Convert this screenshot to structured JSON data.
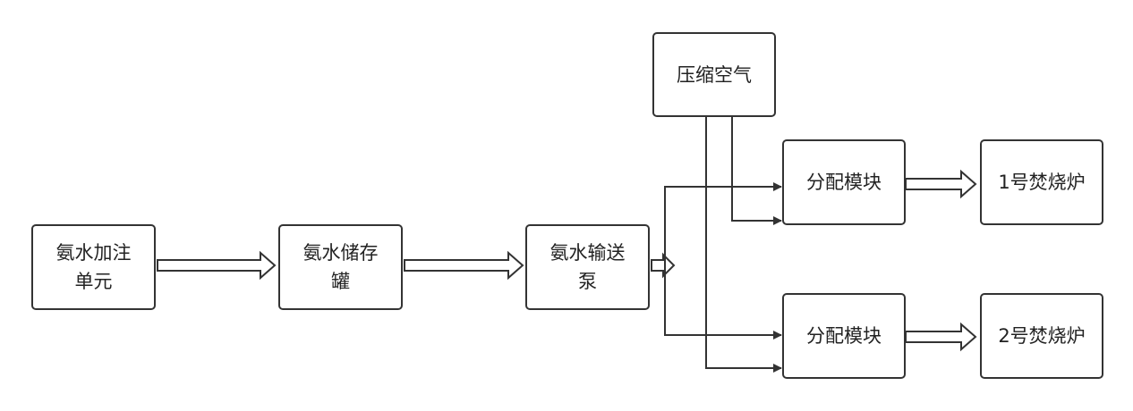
{
  "nodes": {
    "ammonia_fill_unit": "氨水加注单元",
    "ammonia_storage_tank": "氨水储存罐",
    "ammonia_transfer_pump": "氨水输送泵",
    "compressed_air": "压缩空气",
    "distribution_module_1": "分配模块",
    "distribution_module_2": "分配模块",
    "incinerator_1": "1号焚烧炉",
    "incinerator_2": "2号焚烧炉"
  },
  "colors": {
    "line": "#333333",
    "text": "#222222",
    "background": "#ffffff"
  }
}
